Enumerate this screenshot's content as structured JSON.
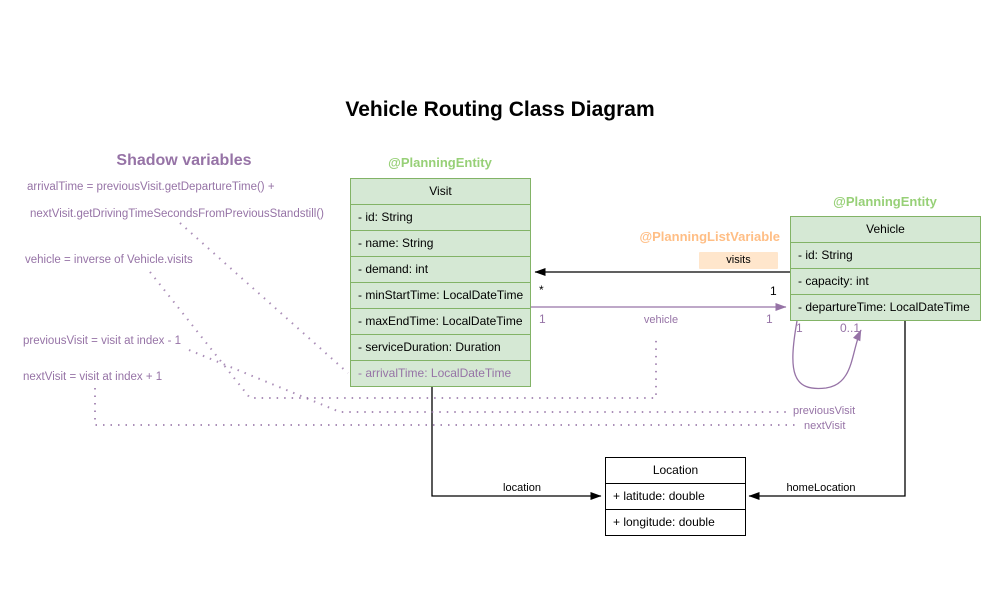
{
  "title": "Vehicle Routing Class Diagram",
  "annotations": {
    "heading": "Shadow variables",
    "arrival_time_1": "arrivalTime = previousVisit.getDepartureTime() +",
    "arrival_time_2": "nextVisit.getDrivingTimeSecondsFromPreviousStandstill()",
    "vehicle_inverse": "vehicle = inverse of Vehicle.visits",
    "previous_visit": "previousVisit = visit at index - 1",
    "next_visit": "nextVisit = visit at index + 1"
  },
  "stereotypes": {
    "visit_entity": "@PlanningEntity",
    "vehicle_entity": "@PlanningEntity",
    "list_variable": "@PlanningListVariable"
  },
  "classes": {
    "visit": {
      "name": "Visit",
      "attrs": [
        "- id: String",
        "- name: String",
        "- demand: int",
        "- minStartTime: LocalDateTime",
        "- maxEndTime: LocalDateTime",
        "- serviceDuration: Duration"
      ],
      "shadow_attr": "- arrivalTime: LocalDateTime"
    },
    "vehicle": {
      "name": "Vehicle",
      "attrs": [
        "- id: String",
        "- capacity: int",
        "- departureTime: LocalDateTime"
      ]
    },
    "location": {
      "name": "Location",
      "attrs": [
        "+ latitude: double",
        "+ longitude: double"
      ]
    }
  },
  "relations": {
    "visits": {
      "label": "visits",
      "mult_visit_end": "*",
      "mult_vehicle_end": "1"
    },
    "vehicle_ref": {
      "label": "vehicle",
      "mult_visit_end": "1",
      "mult_vehicle_end": "1"
    },
    "self_loop": {
      "mult_left": "1",
      "mult_right": "0..1",
      "label_previous": "previousVisit",
      "label_next": "nextVisit"
    },
    "location_ref": {
      "label": "location"
    },
    "home_location_ref": {
      "label": "homeLocation"
    }
  },
  "colors": {
    "purple": "#9673A6",
    "green_fill": "#D5E8D4",
    "green_border": "#82B366",
    "green_text": "#97D077",
    "orange_text": "#FFBE85",
    "orange_fill": "#FFE6CC"
  }
}
